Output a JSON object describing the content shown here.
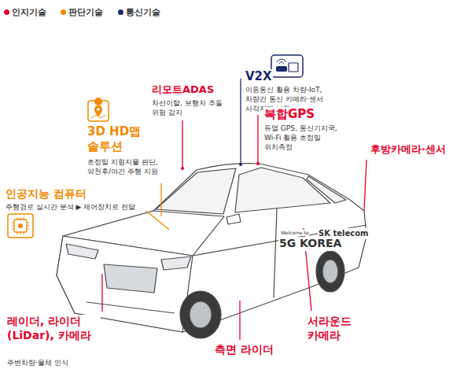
{
  "diagram": {
    "labels": [
      "리모트ADAS",
      "차선이탈, 보행자 추돌 위험 감지",
      "V2X",
      "이동통신 활용 차량-IoT, 차량간 통신 카메라·센서 사각지대 보완",
      "3D HD맵 솔루션",
      "초정밀 지형지물 판단, 악천후/야간 주행 지원",
      "복합GPS",
      "듀얼 GPS, 통신기지국, Wi-Fi 활용 초정밀 위치측정",
      "후방카메라·센서",
      "인공지능 컴퓨터",
      "주행경로 실시간 분석 ▶ 제어장치로 전달",
      "Welcome to",
      "5G KOREA",
      "SK telecom",
      "레이더, 라이더(LiDar), 카메라",
      "주변차량·물체 인식",
      "서라운드 카메라",
      "측면 라이더"
    ],
    "legend": [
      {
        "text": "인지기술",
        "color": "#e4002b"
      },
      {
        "text": "판단기술",
        "color": "#f08a00"
      },
      {
        "text": "통신기술",
        "color": "#1b2a6b"
      }
    ]
  }
}
